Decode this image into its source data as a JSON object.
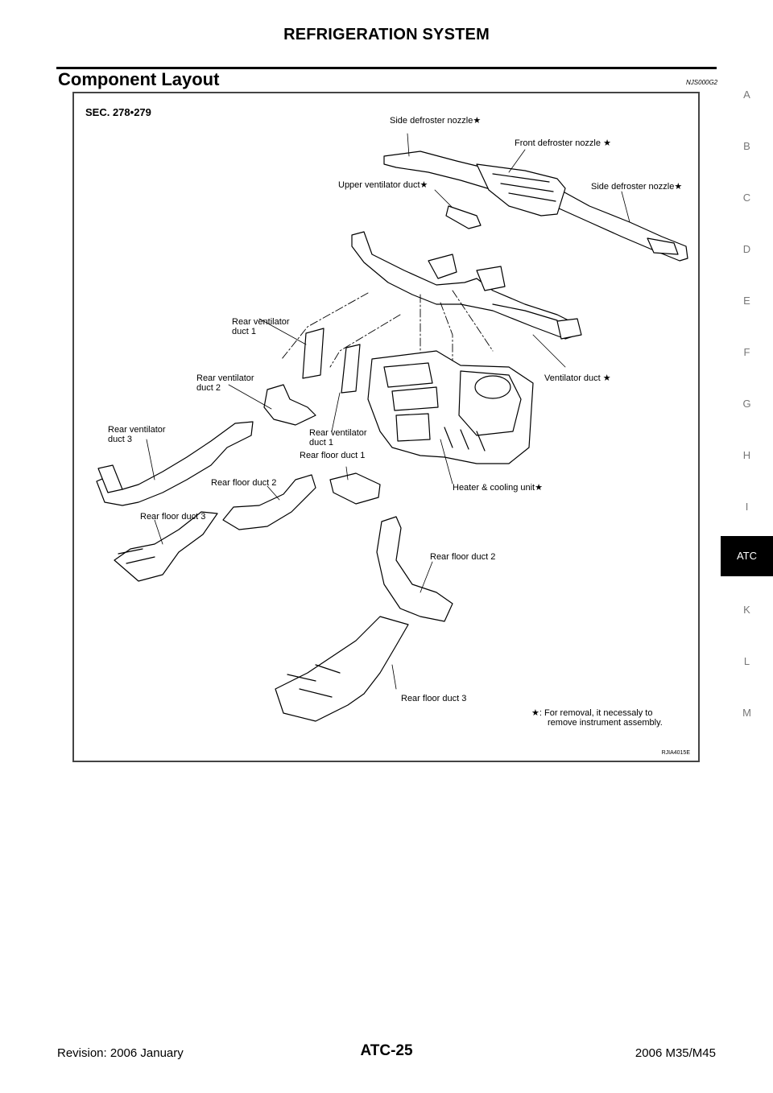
{
  "header": {
    "title": "REFRIGERATION SYSTEM"
  },
  "section": {
    "title": "Component Layout",
    "code": "NJS000G2"
  },
  "figure": {
    "sec": "SEC. 278•279",
    "id": "RJIA4015E",
    "labels": {
      "side_defroster_left": "Side defroster nozzle",
      "front_defroster": "Front defroster nozzle",
      "upper_ventilator": "Upper ventilator duct",
      "side_defroster_right": "Side defroster nozzle",
      "rear_vent_1_line1": "Rear ventilator",
      "rear_vent_1_line2": "duct 1",
      "rear_vent_2_line1": "Rear ventilator",
      "rear_vent_2_line2": "duct 2",
      "rear_vent_3_line1": "Rear ventilator",
      "rear_vent_3_line2": "duct 3",
      "rear_vent_1b_line1": "Rear ventilator",
      "rear_vent_1b_line2": "duct 1",
      "rear_floor_1": "Rear floor duct 1",
      "ventilator_duct": "Ventilator duct",
      "rear_floor_2_a": "Rear floor duct 2",
      "heater_cooling": "Heater & cooling unit",
      "rear_floor_3_a": "Rear floor duct 3",
      "rear_floor_2_b": "Rear floor duct 2",
      "rear_floor_3_b": "Rear floor duct 3"
    },
    "star_symbol": "★",
    "note_line1": ": For removal, it necessaly to",
    "note_line2": "remove instrument assembly."
  },
  "side_index": {
    "letters": [
      "A",
      "B",
      "C",
      "D",
      "E",
      "F",
      "G",
      "H",
      "I",
      "ATC",
      "K",
      "L",
      "M"
    ],
    "active": "ATC"
  },
  "footer": {
    "revision": "Revision: 2006 January",
    "page": "ATC-25",
    "model": "2006 M35/M45"
  }
}
